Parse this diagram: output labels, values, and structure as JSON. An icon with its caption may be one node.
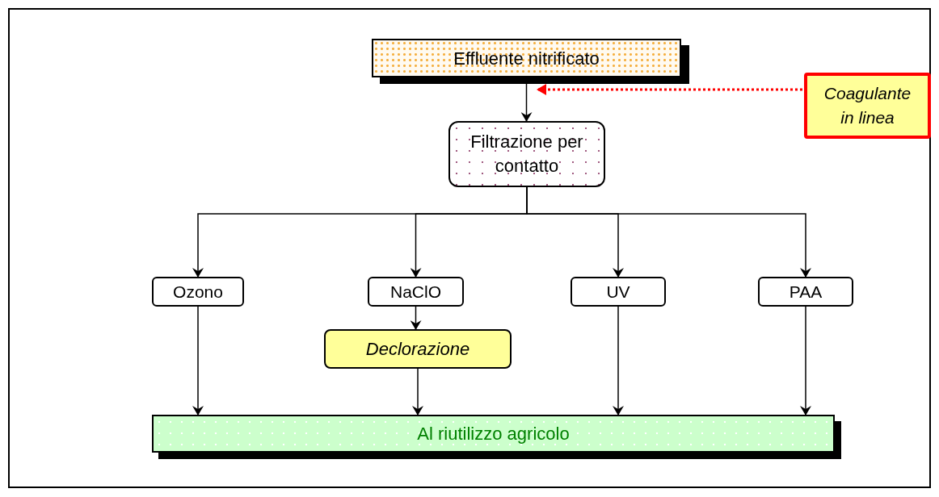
{
  "diagram": {
    "nodes": [
      {
        "text": [
          "Effluente nitrificato"
        ]
      },
      {
        "text": [
          "Coagulante in linea"
        ]
      },
      {
        "text": [
          "Filtrazione per contatto"
        ]
      },
      {
        "text": [
          "Ozono"
        ]
      },
      {
        "text": [
          "NaClO"
        ]
      },
      {
        "text": [
          "UV"
        ]
      },
      {
        "text": [
          "PAA"
        ]
      },
      {
        "text": [
          "Declorazione"
        ]
      },
      {
        "text": [
          "Al riutilizzo agricolo"
        ]
      }
    ],
    "edges": [
      {
        "from": 0,
        "to": 2,
        "arrow": "to"
      },
      {
        "from": 1,
        "to": 0,
        "arrow": "to",
        "style": "dashed",
        "color": "#ff0000"
      },
      {
        "from": 2,
        "to": 3,
        "arrow": "to"
      },
      {
        "from": 2,
        "to": 4,
        "arrow": "to"
      },
      {
        "from": 2,
        "to": 5,
        "arrow": "to"
      },
      {
        "from": 2,
        "to": 6,
        "arrow": "to"
      },
      {
        "from": 3,
        "to": 8,
        "arrow": "to"
      },
      {
        "from": 4,
        "to": 7,
        "arrow": "to"
      },
      {
        "from": 7,
        "to": 8,
        "arrow": "to"
      },
      {
        "from": 5,
        "to": 8,
        "arrow": "to"
      },
      {
        "from": 6,
        "to": 8,
        "arrow": "to"
      }
    ]
  }
}
